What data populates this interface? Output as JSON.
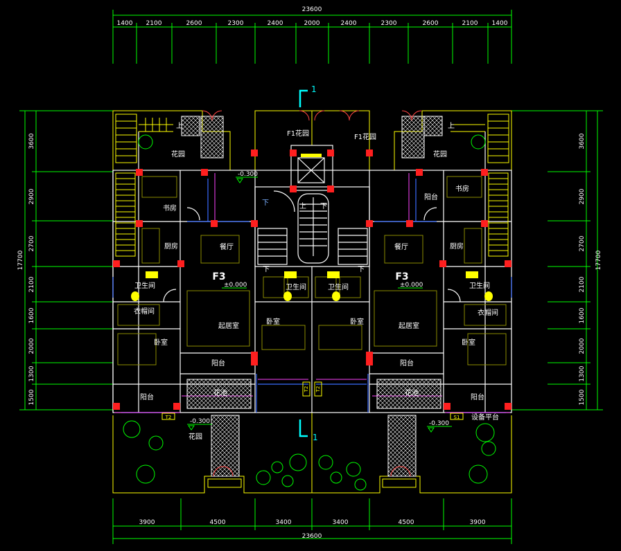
{
  "top": {
    "overall": "23600",
    "segments": [
      "1400",
      "2100",
      "2600",
      "2300",
      "2400",
      "2000",
      "2400",
      "2300",
      "2600",
      "2100",
      "1400"
    ]
  },
  "bottom": {
    "overall": "23600",
    "segments": [
      "3900",
      "4500",
      "3400",
      "3400",
      "4500",
      "3900"
    ]
  },
  "left": {
    "overall": "17700",
    "segments": [
      "3600",
      "2900",
      "2700",
      "2100",
      "1600",
      "2000",
      "1300",
      "1500"
    ]
  },
  "right": {
    "overall": "17700",
    "segments": [
      "3600",
      "2900",
      "2700",
      "2100",
      "1600",
      "2000",
      "1300",
      "1500"
    ]
  },
  "section": {
    "top": "1",
    "bottom": "1"
  },
  "units": {
    "left": "F3",
    "right": "F3"
  },
  "levels": {
    "entry": "-0.300",
    "floor_left": "±0.000",
    "floor_right": "±0.000",
    "yard_left": "-0.300",
    "yard_right": "-0.300"
  },
  "rooms": {
    "f1_garden_a": "F1花园",
    "f1_garden_b": "F1花园",
    "garden_tl": "花园",
    "garden_tr": "花园",
    "study_l": "书房",
    "study_r": "书房",
    "balcony_r_top": "阳台",
    "kitchen_l": "厨房",
    "kitchen_r": "厨房",
    "dining_l": "餐厅",
    "dining_r": "餐厅",
    "bath_l": "卫生间",
    "bath_r": "卫生间",
    "bath_cl": "卫生间",
    "bath_cr": "卫生间",
    "closet_l": "衣帽间",
    "closet_r": "衣帽间",
    "living_l": "起居室",
    "living_r": "起居室",
    "bed_l": "卧室",
    "bed_r": "卧室",
    "bed_cl": "卧室",
    "bed_cr": "卧室",
    "balcony_l": "阳台",
    "balcony_r": "阳台",
    "balcony_bl": "阳台",
    "balcony_br": "阳台",
    "planter_l": "花池",
    "planter_r": "花池",
    "garden_bl": "花园",
    "equipment": "设备平台"
  },
  "stairs": {
    "up_tl": "上",
    "up_tr": "上",
    "up_c": "上",
    "down_c": "下",
    "down_l": "下",
    "down_cl": "下",
    "down_cr": "下"
  },
  "tags": {
    "t1": "T2",
    "t2": "T2",
    "t3": "T2",
    "s1": "S1"
  }
}
